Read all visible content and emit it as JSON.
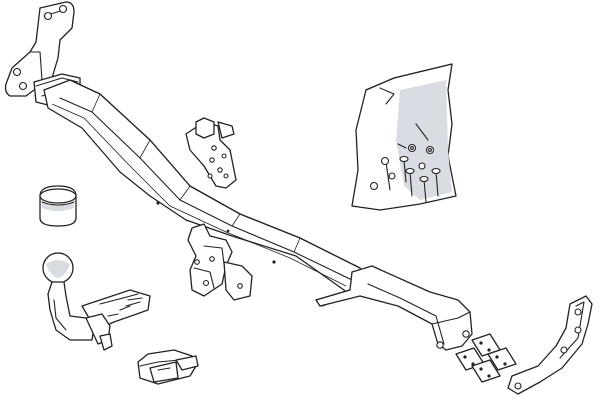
{
  "diagram": {
    "labels": [],
    "colors": {
      "line": "#222222",
      "background": "#ffffff",
      "shading": "#d9dce3"
    },
    "parts": [
      {
        "name": "left-mounting-bracket"
      },
      {
        "name": "crossbar-tow-beam"
      },
      {
        "name": "socket-mounting-plate"
      },
      {
        "name": "fixing-kit-bag"
      },
      {
        "name": "tow-ball-cover"
      },
      {
        "name": "detachable-swan-neck-tow-ball"
      },
      {
        "name": "ball-receiver-socket"
      },
      {
        "name": "spacer-plates"
      },
      {
        "name": "right-mounting-bracket"
      }
    ]
  }
}
